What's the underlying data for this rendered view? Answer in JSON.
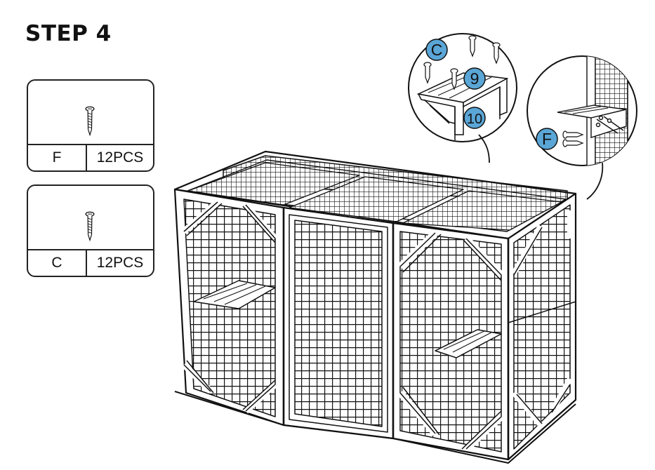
{
  "step": {
    "title": "STEP 4"
  },
  "parts": [
    {
      "letter": "F",
      "qty": "12PCS",
      "icon": "screw-icon"
    },
    {
      "letter": "C",
      "qty": "12PCS",
      "icon": "screw-icon"
    }
  ],
  "callouts": {
    "left": {
      "screw_letter": "C",
      "parts": [
        "9",
        "10"
      ]
    },
    "right": {
      "screw_letter": "F"
    }
  },
  "colors": {
    "line": "#111111",
    "badge_fill": "#5aa6d6",
    "background": "#ffffff"
  }
}
